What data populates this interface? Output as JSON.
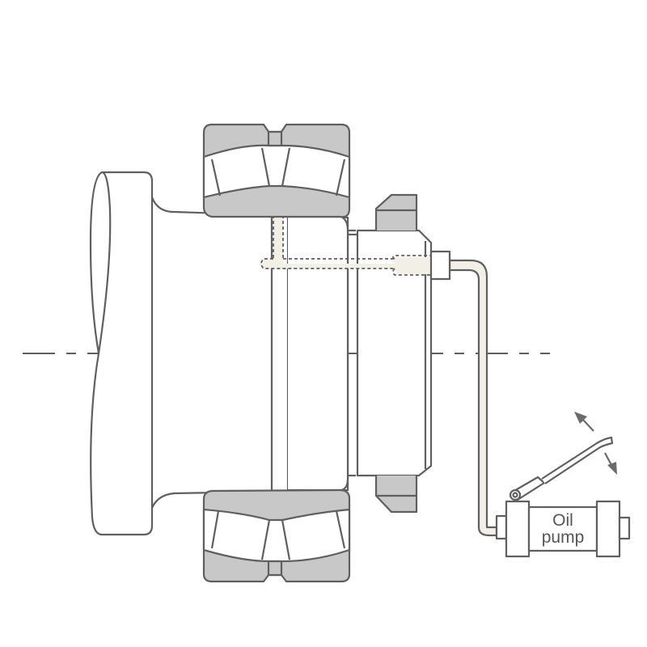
{
  "diagram": {
    "type": "technical-cross-section",
    "subject": "Spherical roller bearing mounted on adapter/withdrawal sleeve with hydraulic nut and oil injection",
    "colors": {
      "outline": "#5f5f5f",
      "fill_gray": "#c8c8c8",
      "oil_fill": "#f2f0e6",
      "background": "#ffffff"
    },
    "labels": {
      "pump_line1": "Oil",
      "pump_line2": "pump"
    },
    "components": [
      {
        "id": "shaft",
        "label": "Shaft"
      },
      {
        "id": "bearing-top",
        "label": "Spherical roller bearing (upper section)"
      },
      {
        "id": "bearing-bottom",
        "label": "Spherical roller bearing (lower section)"
      },
      {
        "id": "sleeve",
        "label": "Sleeve"
      },
      {
        "id": "hydraulic-nut",
        "label": "Hydraulic nut"
      },
      {
        "id": "oil-duct",
        "label": "Oil injection duct"
      },
      {
        "id": "oil-pipe",
        "label": "Oil pipe"
      },
      {
        "id": "oil-pump",
        "label": "Oil pump"
      },
      {
        "id": "pump-handle",
        "label": "Pump handle"
      },
      {
        "id": "centerline",
        "label": "Shaft centerline"
      }
    ]
  }
}
